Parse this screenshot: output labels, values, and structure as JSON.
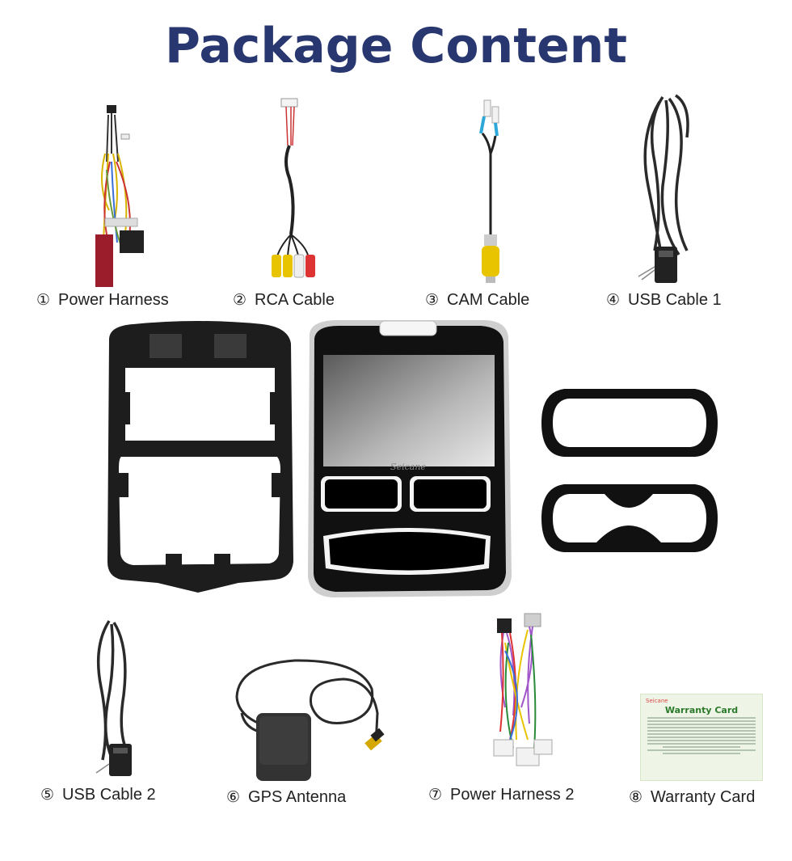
{
  "page": {
    "title": "Package Content",
    "title_color": "#28376f"
  },
  "items": [
    {
      "num": "①",
      "label": "Power Harness"
    },
    {
      "num": "②",
      "label": "RCA Cable"
    },
    {
      "num": "③",
      "label": "CAM Cable"
    },
    {
      "num": "④",
      "label": "USB Cable 1"
    },
    {
      "num": "⑤",
      "label": "USB Cable 2"
    },
    {
      "num": "⑥",
      "label": "GPS Antenna"
    },
    {
      "num": "⑦",
      "label": "Power Harness 2"
    },
    {
      "num": "⑧",
      "label": "Warranty Card"
    }
  ],
  "head_unit": {
    "brand": "Seicane"
  },
  "warranty_card": {
    "brand": "Seicane",
    "title": "Warranty Card"
  }
}
